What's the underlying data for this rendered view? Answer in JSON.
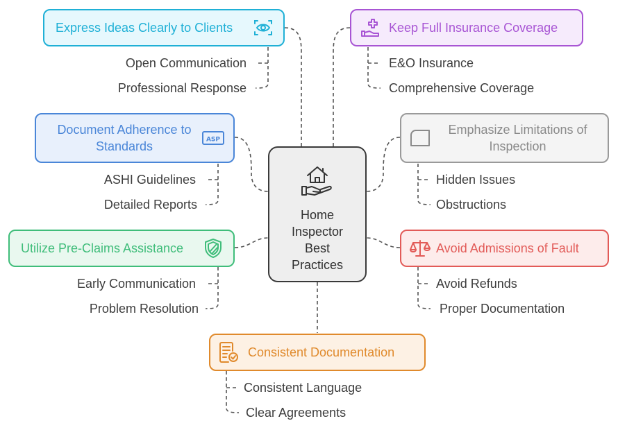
{
  "center": {
    "title": "Home Inspector Best Practices",
    "icon": "house-in-hand-icon"
  },
  "branches": [
    {
      "id": "express",
      "title": "Express Ideas Clearly to Clients",
      "icon": "eye-icon",
      "color": "#1fb0d6",
      "items": [
        "Open Communication",
        "Professional Response"
      ]
    },
    {
      "id": "insurance",
      "title": "Keep Full Insurance Coverage",
      "icon": "medical-hand-icon",
      "color": "#a855d4",
      "items": [
        "E&O Insurance",
        "Comprehensive Coverage"
      ]
    },
    {
      "id": "document",
      "title": "Document Adherence to Standards",
      "icon": "asp-badge-icon",
      "color": "#4a86d8",
      "items": [
        "ASHI Guidelines",
        "Detailed Reports"
      ]
    },
    {
      "id": "limits",
      "title": "Emphasize Limitations of Inspection",
      "icon": "rounded-box-icon",
      "color": "#9a9a9a",
      "items": [
        "Hidden Issues",
        "Obstructions"
      ]
    },
    {
      "id": "preclaims",
      "title": "Utilize Pre-Claims Assistance",
      "icon": "shield-icon",
      "color": "#3fbd7a",
      "items": [
        "Early Communication",
        "Problem Resolution"
      ]
    },
    {
      "id": "fault",
      "title": "Avoid Admissions of Fault",
      "icon": "scales-icon",
      "color": "#e25b58",
      "items": [
        "Avoid Refunds",
        "Proper Documentation"
      ]
    },
    {
      "id": "consistent",
      "title": "Consistent Documentation",
      "icon": "document-check-icon",
      "color": "#e08a2c",
      "items": [
        "Consistent Language",
        "Clear Agreements"
      ]
    }
  ]
}
